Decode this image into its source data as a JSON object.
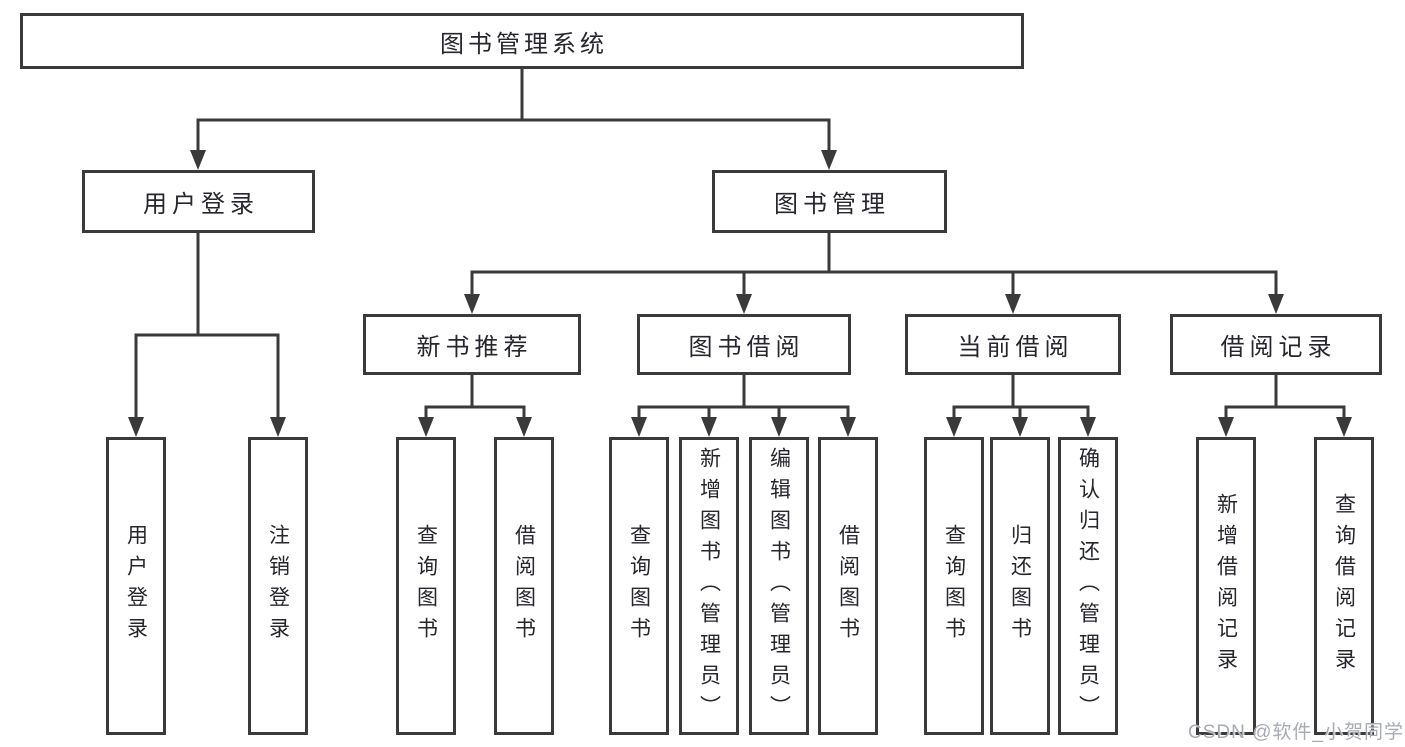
{
  "diagram": {
    "tree": {
      "label": "图书管理系统",
      "children": [
        {
          "label": "用户登录",
          "children": [
            {
              "label": "用户登录"
            },
            {
              "label": "注销登录"
            }
          ]
        },
        {
          "label": "图书管理",
          "children": [
            {
              "label": "新书推荐",
              "children": [
                {
                  "label": "查询图书"
                },
                {
                  "label": "借阅图书"
                }
              ]
            },
            {
              "label": "图书借阅",
              "children": [
                {
                  "label": "查询图书"
                },
                {
                  "label": "新增图书（管理员）"
                },
                {
                  "label": "编辑图书（管理员）"
                },
                {
                  "label": "借阅图书"
                }
              ]
            },
            {
              "label": "当前借阅",
              "children": [
                {
                  "label": "查询图书"
                },
                {
                  "label": "归还图书"
                },
                {
                  "label": "确认归还（管理员）"
                }
              ]
            },
            {
              "label": "借阅记录",
              "children": [
                {
                  "label": "新增借阅记录"
                },
                {
                  "label": "查询借阅记录"
                }
              ]
            }
          ]
        }
      ]
    },
    "colors": {
      "line": "#3a3a3a",
      "box_border": "#3a3a3a",
      "text": "#26262c",
      "background": "#ffffff",
      "watermark": "#a8abb5"
    }
  },
  "watermark": {
    "text": "CSDN @软件_小贺同学"
  }
}
